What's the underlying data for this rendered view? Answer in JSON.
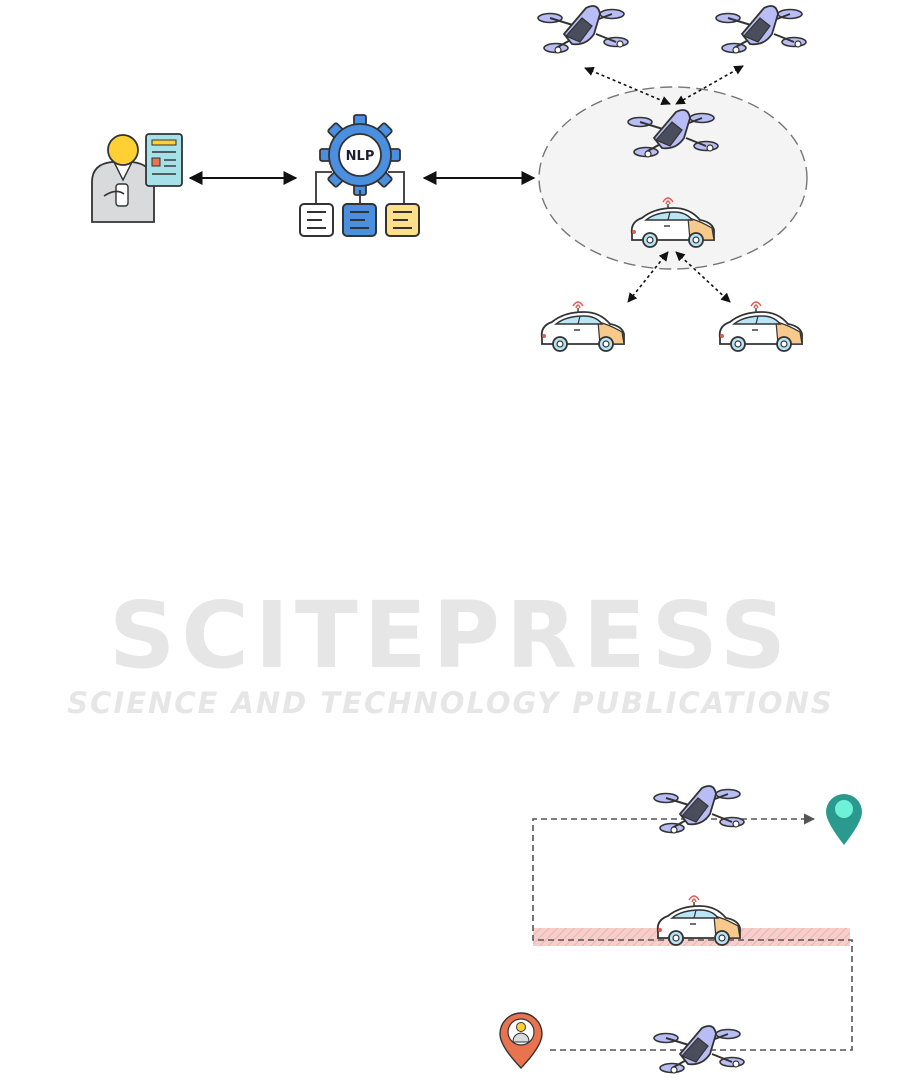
{
  "nlp_label": "NLP",
  "watermark": {
    "title": "SCITEPRESS",
    "subtitle": "SCIENCE AND TECHNOLOGY PUBLICATIONS"
  },
  "colors": {
    "drone_body": "#b9bdf5",
    "drone_dark": "#4a4e5c",
    "car_body": "#ffffff",
    "car_window": "#b9e6f7",
    "car_accent": "#f7c98a",
    "cluster_fill": "#f4f4f4",
    "nlp_gear": "#4a8fe0",
    "doc_yellow": "#ffe08a",
    "user_head": "#ffd033",
    "pin_start": "#e8734e",
    "pin_goal": "#2a9a8f",
    "road": "#f3c2bf"
  }
}
